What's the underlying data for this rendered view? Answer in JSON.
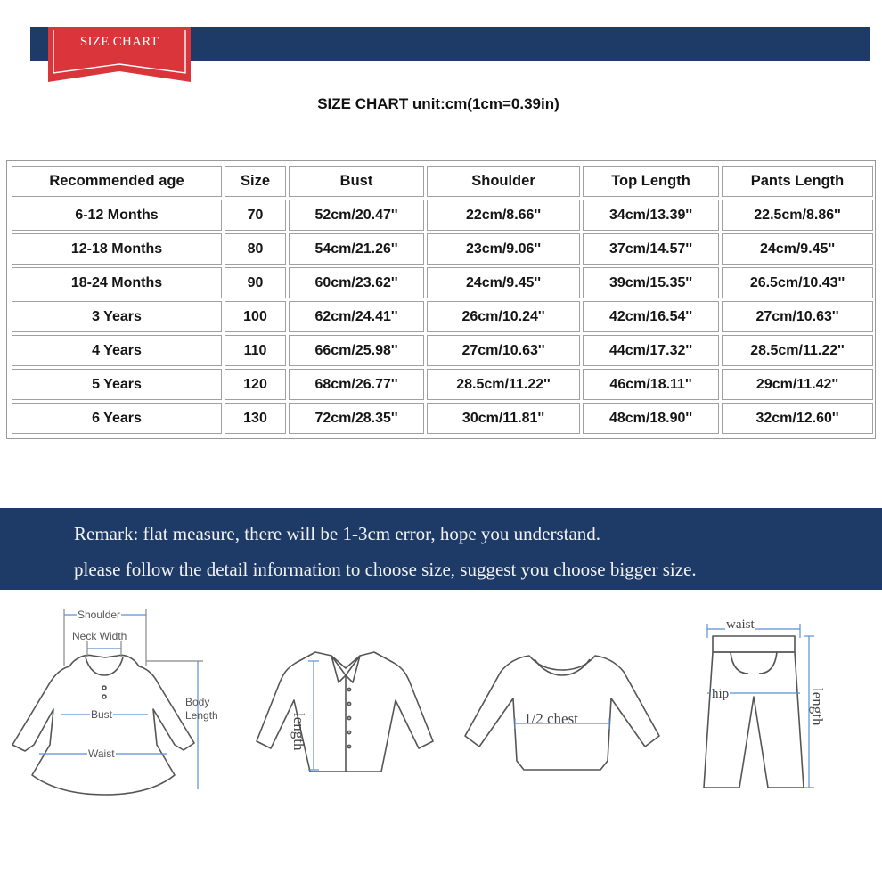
{
  "banner": {
    "ribbon_label": "SIZE CHART"
  },
  "title": "SIZE CHART unit:cm(1cm=0.39in)",
  "table": {
    "headers": [
      "Recommended age",
      "Size",
      "Bust",
      "Shoulder",
      "Top Length",
      "Pants Length"
    ],
    "rows": [
      [
        "6-12 Months",
        "70",
        "52cm/20.47''",
        "22cm/8.66''",
        "34cm/13.39''",
        "22.5cm/8.86''"
      ],
      [
        "12-18 Months",
        "80",
        "54cm/21.26''",
        "23cm/9.06''",
        "37cm/14.57''",
        "24cm/9.45''"
      ],
      [
        "18-24 Months",
        "90",
        "60cm/23.62''",
        "24cm/9.45''",
        "39cm/15.35''",
        "26.5cm/10.43''"
      ],
      [
        "3 Years",
        "100",
        "62cm/24.41''",
        "26cm/10.24''",
        "42cm/16.54''",
        "27cm/10.63''"
      ],
      [
        "4 Years",
        "110",
        "66cm/25.98''",
        "27cm/10.63''",
        "44cm/17.32''",
        "28.5cm/11.22''"
      ],
      [
        "5 Years",
        "120",
        "68cm/26.77''",
        "28.5cm/11.22''",
        "46cm/18.11''",
        "29cm/11.42''"
      ],
      [
        "6 Years",
        "130",
        "72cm/28.35''",
        "30cm/11.81''",
        "48cm/18.90''",
        "32cm/12.60''"
      ]
    ]
  },
  "remark": {
    "line1": "Remark: flat measure, there will be 1-3cm error, hope you understand.",
    "line2": "please follow the detail information to choose size, suggest you choose bigger size."
  },
  "diagrams": {
    "dress": {
      "shoulder": "Shoulder",
      "neck_width": "Neck Width",
      "bust": "Bust",
      "waist": "Waist",
      "body_length_1": "Body",
      "body_length_2": "Length"
    },
    "shirt": {
      "length": "length"
    },
    "sweater": {
      "chest": "1/2 chest"
    },
    "pants": {
      "waist": "waist",
      "hip": "hip",
      "length": "length"
    }
  },
  "colors": {
    "banner_navy": "#1e3a66",
    "ribbon_red": "#d9353a",
    "measure_blue": "#5b8fd6",
    "sketch_gray": "#555555"
  }
}
